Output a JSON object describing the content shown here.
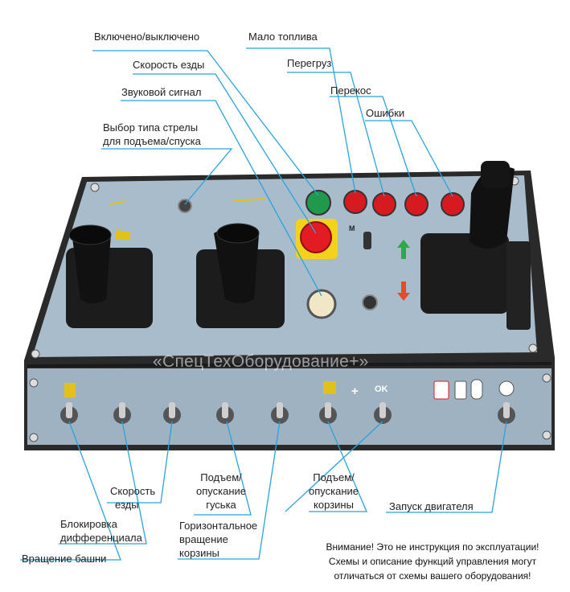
{
  "labels": {
    "power": "Включено/выключено",
    "low_fuel": "Мало топлива",
    "drive_speed_top": "Скорость езды",
    "overload": "Перегруз",
    "horn": "Звуковой сигнал",
    "tilt": "Перекос",
    "errors": "Ошибки",
    "boom_select_1": "Выбор типа стрелы",
    "boom_select_2": "для подъема/спуска",
    "drive_speed_1": "Скорость",
    "drive_speed_2": "езды",
    "jib_1": "Подъем/",
    "jib_2": "опускание",
    "jib_3": "гуська",
    "basket_lift_1": "Подъем/",
    "basket_lift_2": "опускание",
    "basket_lift_3": "корзины",
    "engine_start": "Запуск двигателя",
    "diff_lock_1": "Блокировка",
    "diff_lock_2": "дифференциала",
    "basket_rot_1": "Горизонтальное",
    "basket_rot_2": "вращение",
    "basket_rot_3": "корзины",
    "turret": "Вращение башни"
  },
  "warning": {
    "line1": "Внимание! Это не инструкция по эксплуатации!",
    "line2": "Схемы и описание функций управления могут",
    "line3": "отличаться от схемы вашего оборудования!"
  },
  "panel": {
    "watermark": "«СпецТехОборудование+»",
    "ok_label": "OK",
    "plus_label": "+",
    "m_label": "M"
  },
  "colors": {
    "panel_face": "#a9bccb",
    "panel_frame": "#2a2a2a",
    "leader": "#2aa3dc",
    "lamp_red": "#d71920",
    "lamp_green": "#1f9a4a",
    "estop": "#e31b23"
  }
}
